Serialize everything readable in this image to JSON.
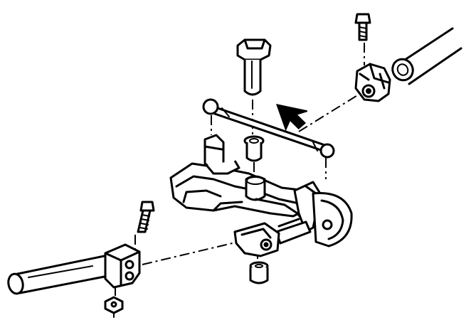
{
  "diagram": {
    "colors": {
      "ink": "#000000",
      "paper": "#ffffff"
    },
    "parts": [
      "upper-right-bolt",
      "right-shaft",
      "right-clamp",
      "upper-pin",
      "arrow-indicator",
      "link-rod",
      "bushing",
      "shift-lever-bracket",
      "lower-bushing",
      "lower-left-bolt",
      "left-shaft",
      "left-clamp",
      "nut"
    ]
  }
}
